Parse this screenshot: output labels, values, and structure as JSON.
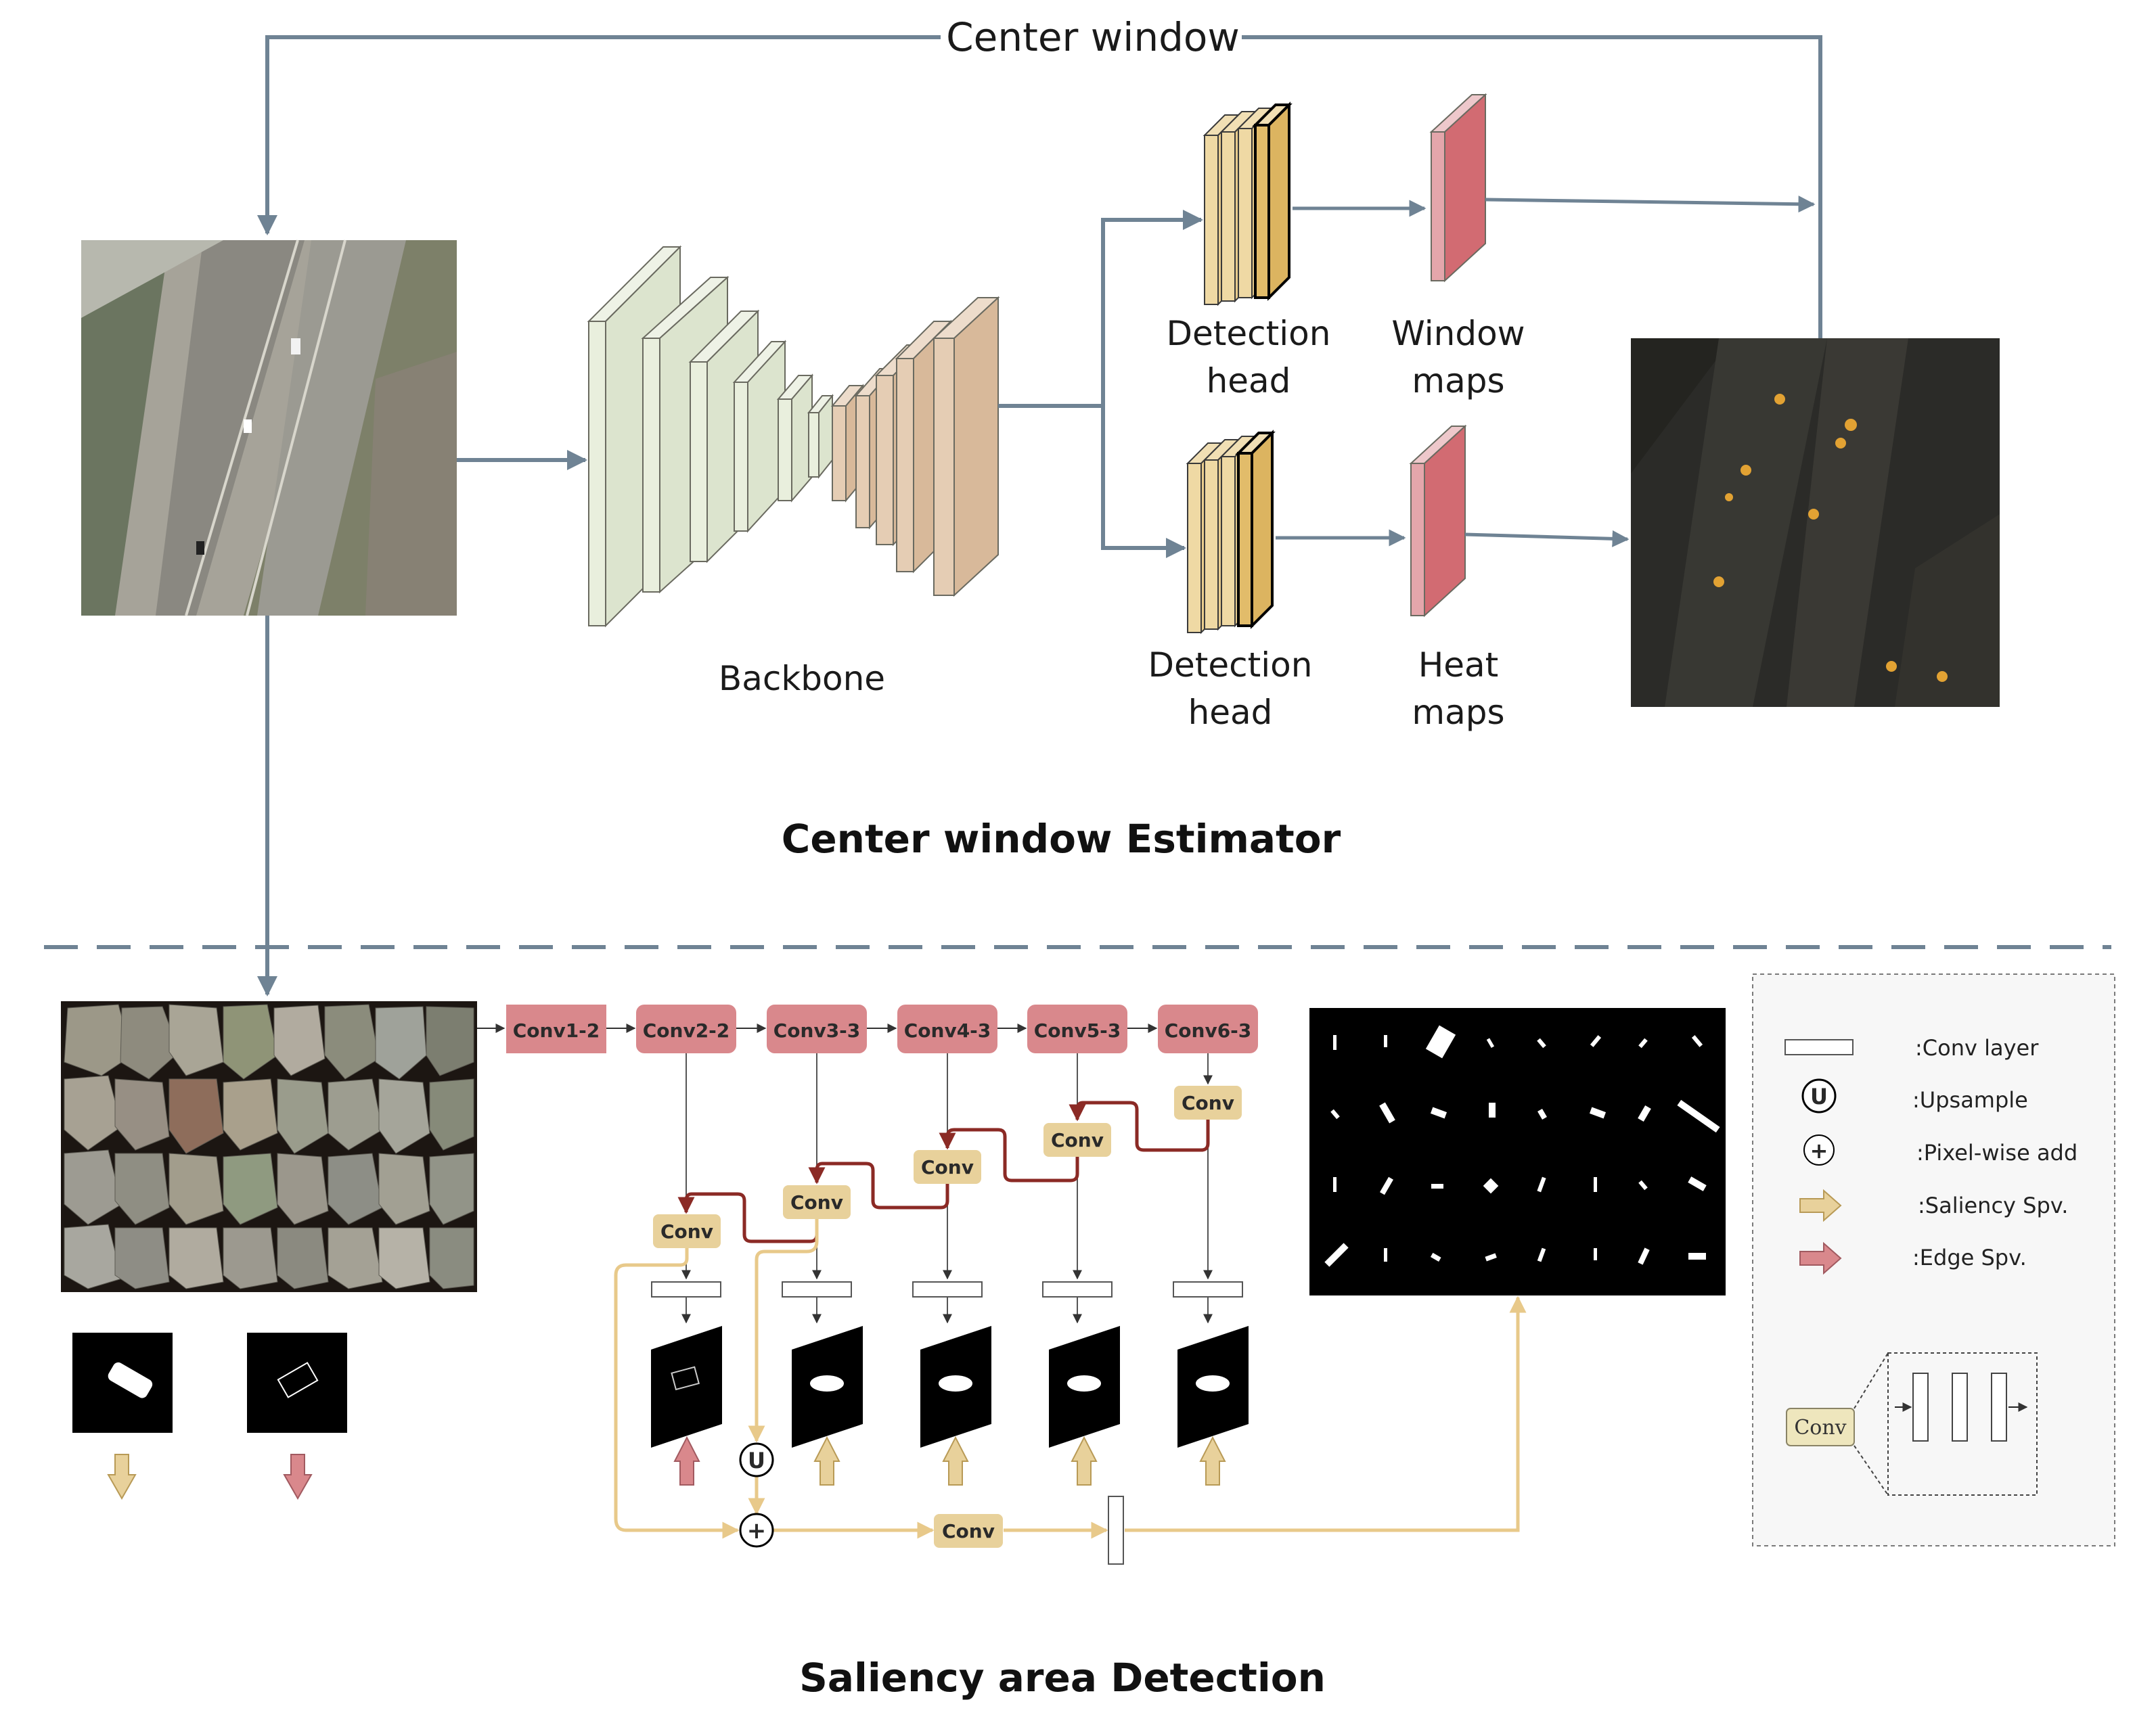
{
  "colors": {
    "arrow_gray": "#6f8394",
    "pink_box": "#d9888c",
    "tan_box": "#e8d19b",
    "saliency_arrow": "#e8d19b",
    "edge_arrow": "#d9888c",
    "dark_red_connector": "#8b2a25",
    "backbone_light": "#dfe7d2",
    "backbone_dark": "#d8b99a",
    "head_gold": "#e2bc6a",
    "map_red": "#d26b72"
  },
  "top": {
    "center_window_label": "Center window",
    "backbone_label": "Backbone",
    "detection_head_1": [
      "Detection",
      "head"
    ],
    "window_maps": [
      "Window",
      "maps"
    ],
    "detection_head_2": [
      "Detection",
      "head"
    ],
    "heat_maps": [
      "Heat",
      "maps"
    ],
    "section_title": "Center window Estimator"
  },
  "bottom": {
    "conv_blocks": [
      "Conv1-2",
      "Conv2-2",
      "Conv3-3",
      "Conv4-3",
      "Conv5-3",
      "Conv6-3"
    ],
    "conv_label": "Conv",
    "upsample_symbol": "U",
    "add_symbol": "+",
    "section_title": "Saliency area Detection"
  },
  "legend": {
    "conv_layer": ":Conv layer",
    "upsample": ":Upsample",
    "pixel_add": ":Pixel-wise add",
    "saliency_spv": ":Saliency Spv.",
    "edge_spv": ":Edge Spv.",
    "conv_detail_label": "Conv",
    "upsample_symbol": "U",
    "add_symbol": "+"
  },
  "images": {
    "aerial_input": "aerial-highway-image",
    "heatmap_output": "heatmap-overlay-image",
    "crop_mosaic": "cropped-patches-mosaic",
    "saliency_mask_output": "saliency-mask-output"
  }
}
